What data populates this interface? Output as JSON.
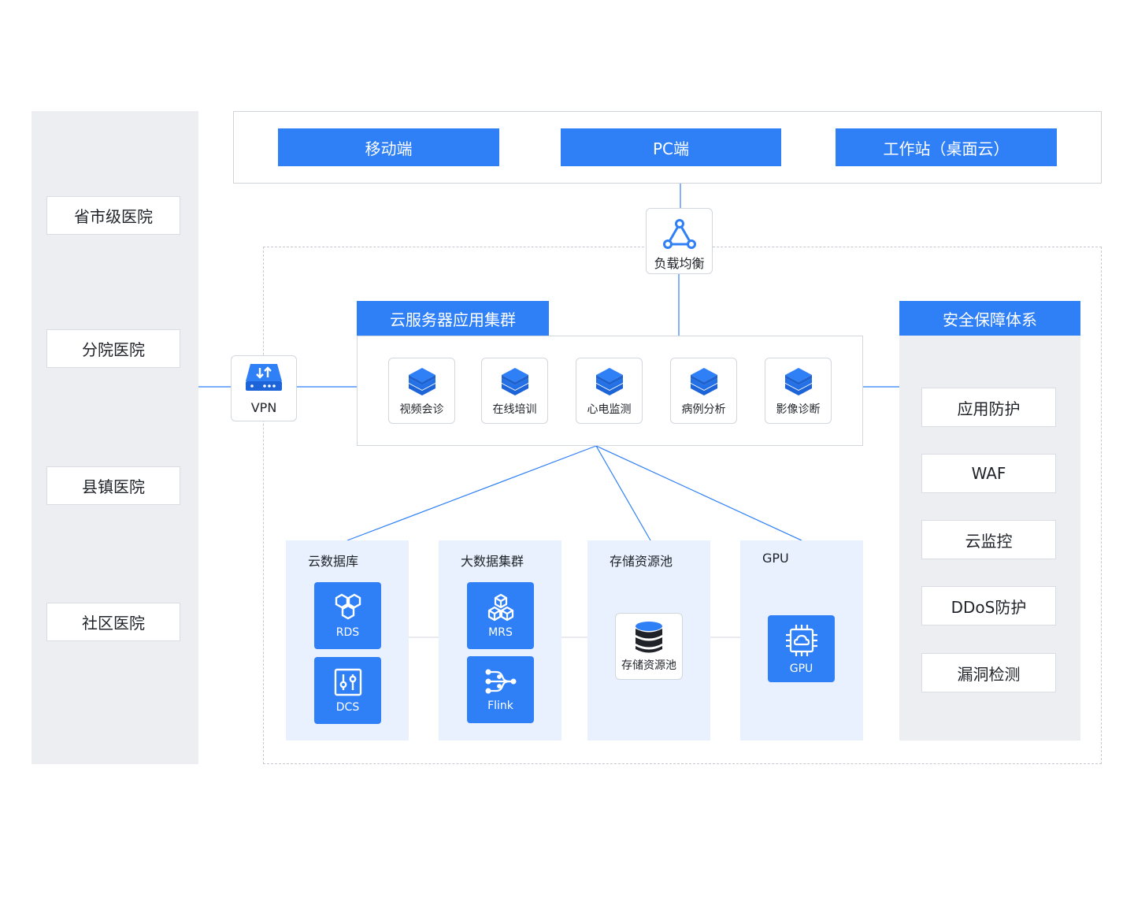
{
  "hospitals": [
    "省市级医院",
    "分院医院",
    "县镇医院",
    "社区医院"
  ],
  "clients": [
    "移动端",
    "PC端",
    "工作站（桌面云）"
  ],
  "load_balancer": {
    "label": "负载均衡",
    "icon": "triangle-network-icon"
  },
  "vpn": {
    "label": "VPN",
    "icon": "vpn-router-icon"
  },
  "cluster": {
    "title": "云服务器应用集群",
    "services": [
      "视频会诊",
      "在线培训",
      "心电监测",
      "病例分析",
      "影像诊断"
    ]
  },
  "security": {
    "title": "安全保障体系",
    "items": [
      "应用防护",
      "WAF",
      "云监控",
      "DDoS防护",
      "漏洞检测"
    ]
  },
  "resources": {
    "database": {
      "title": "云数据库",
      "items": [
        "RDS",
        "DCS"
      ]
    },
    "bigdata": {
      "title": "大数据集群",
      "items": [
        "MRS",
        "Flink"
      ]
    },
    "storage": {
      "title": "存储资源池",
      "item": "存储资源池"
    },
    "gpu": {
      "title": "GPU",
      "item": "GPU"
    }
  },
  "colors": {
    "accent": "#2f80f7",
    "panel": "#eceef2",
    "resource_bg": "#e8f1fd",
    "line": "#2f80f7"
  }
}
